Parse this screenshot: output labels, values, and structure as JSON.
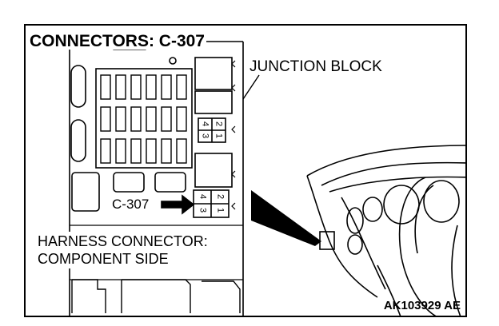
{
  "title": "CONNECTORS: C-307",
  "junction_block_label": "JUNCTION BLOCK",
  "connector_id": "C-307",
  "harness_line1": "HARNESS CONNECTOR:",
  "harness_line2": "COMPONENT SIDE",
  "figure_code": "AK103929 AE",
  "connector_upper": {
    "pins": [
      "2",
      "1",
      "4",
      "3"
    ]
  },
  "connector_lower": {
    "pins": [
      "2",
      "1",
      "4",
      "3"
    ]
  }
}
